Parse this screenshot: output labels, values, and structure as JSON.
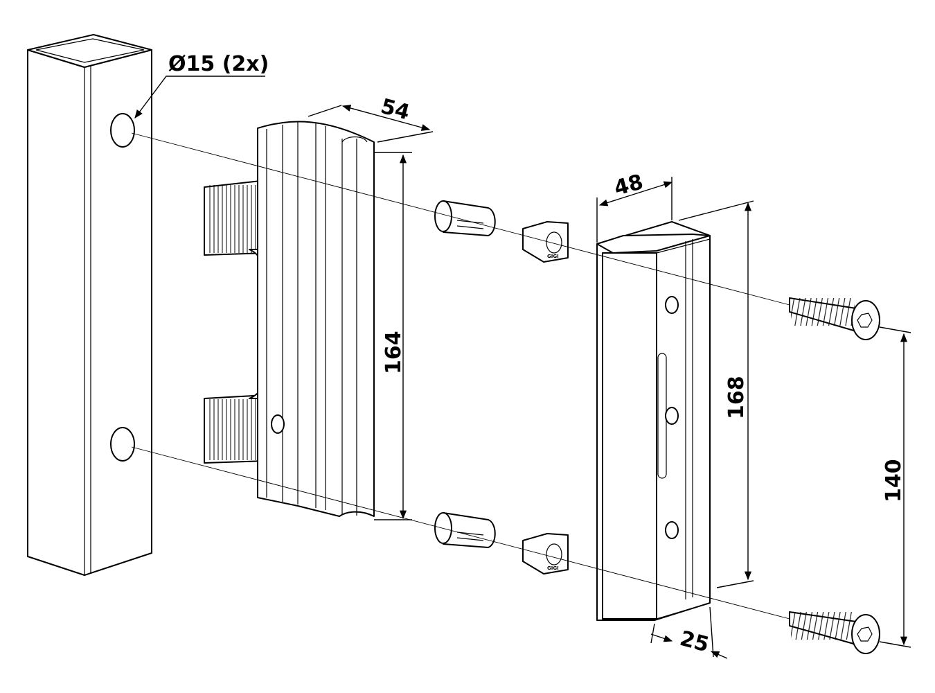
{
  "dimensions": {
    "hole": "Ø15 (2x)",
    "keeper_depth": "54",
    "keeper_height": "164",
    "body_depth": "48",
    "body_height": "168",
    "screw_spacing": "140",
    "body_offset": "25"
  },
  "bushing_mark": "GIGI"
}
